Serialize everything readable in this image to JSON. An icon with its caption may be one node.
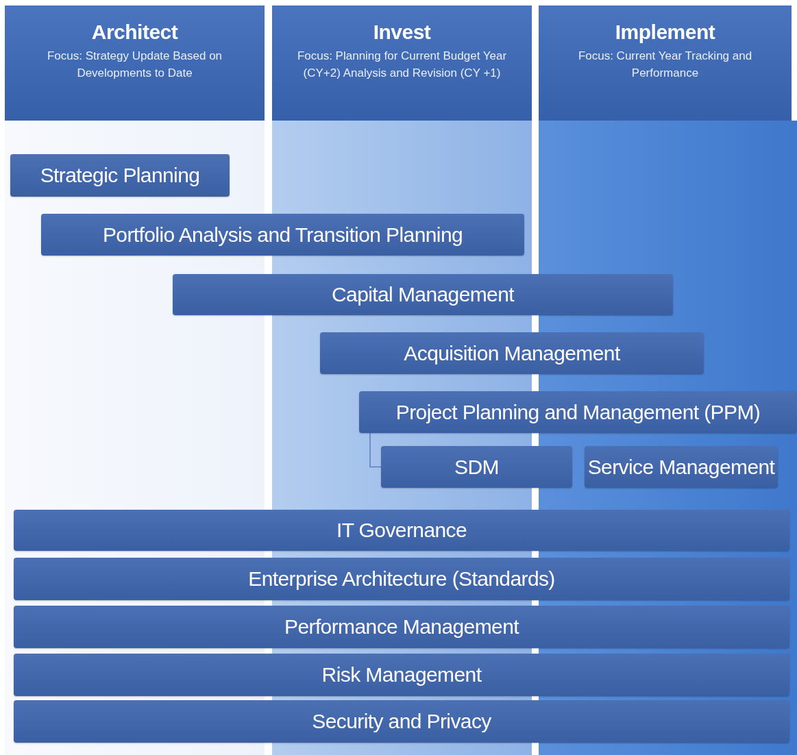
{
  "diagram": {
    "nodes": [
      {
        "text": [
          "Architect",
          "Focus:  Strategy Update Based on Developments to Date"
        ]
      },
      {
        "text": [
          "Invest",
          "Focus: Planning for Current Budget Year (CY+2) Analysis and Revision (CY +1)"
        ]
      },
      {
        "text": [
          "Implement",
          "Focus: Current Year Tracking and Performance"
        ]
      },
      {
        "text": [
          "Strategic Planning"
        ]
      },
      {
        "text": [
          "Portfolio Analysis and Transition Planning"
        ]
      },
      {
        "text": [
          "Capital Management"
        ]
      },
      {
        "text": [
          "Acquisition Management"
        ]
      },
      {
        "text": [
          "Project Planning and Management (PPM)"
        ]
      },
      {
        "text": [
          "SDM"
        ]
      },
      {
        "text": [
          "Service Management"
        ]
      },
      {
        "text": [
          "IT Governance"
        ]
      },
      {
        "text": [
          "Enterprise Architecture (Standards)"
        ]
      },
      {
        "text": [
          "Performance Management"
        ]
      },
      {
        "text": [
          "Risk Management"
        ]
      },
      {
        "text": [
          "Security and Privacy"
        ]
      }
    ],
    "edges": [
      {
        "from": 7,
        "to": 8,
        "arrow": "none"
      }
    ]
  }
}
